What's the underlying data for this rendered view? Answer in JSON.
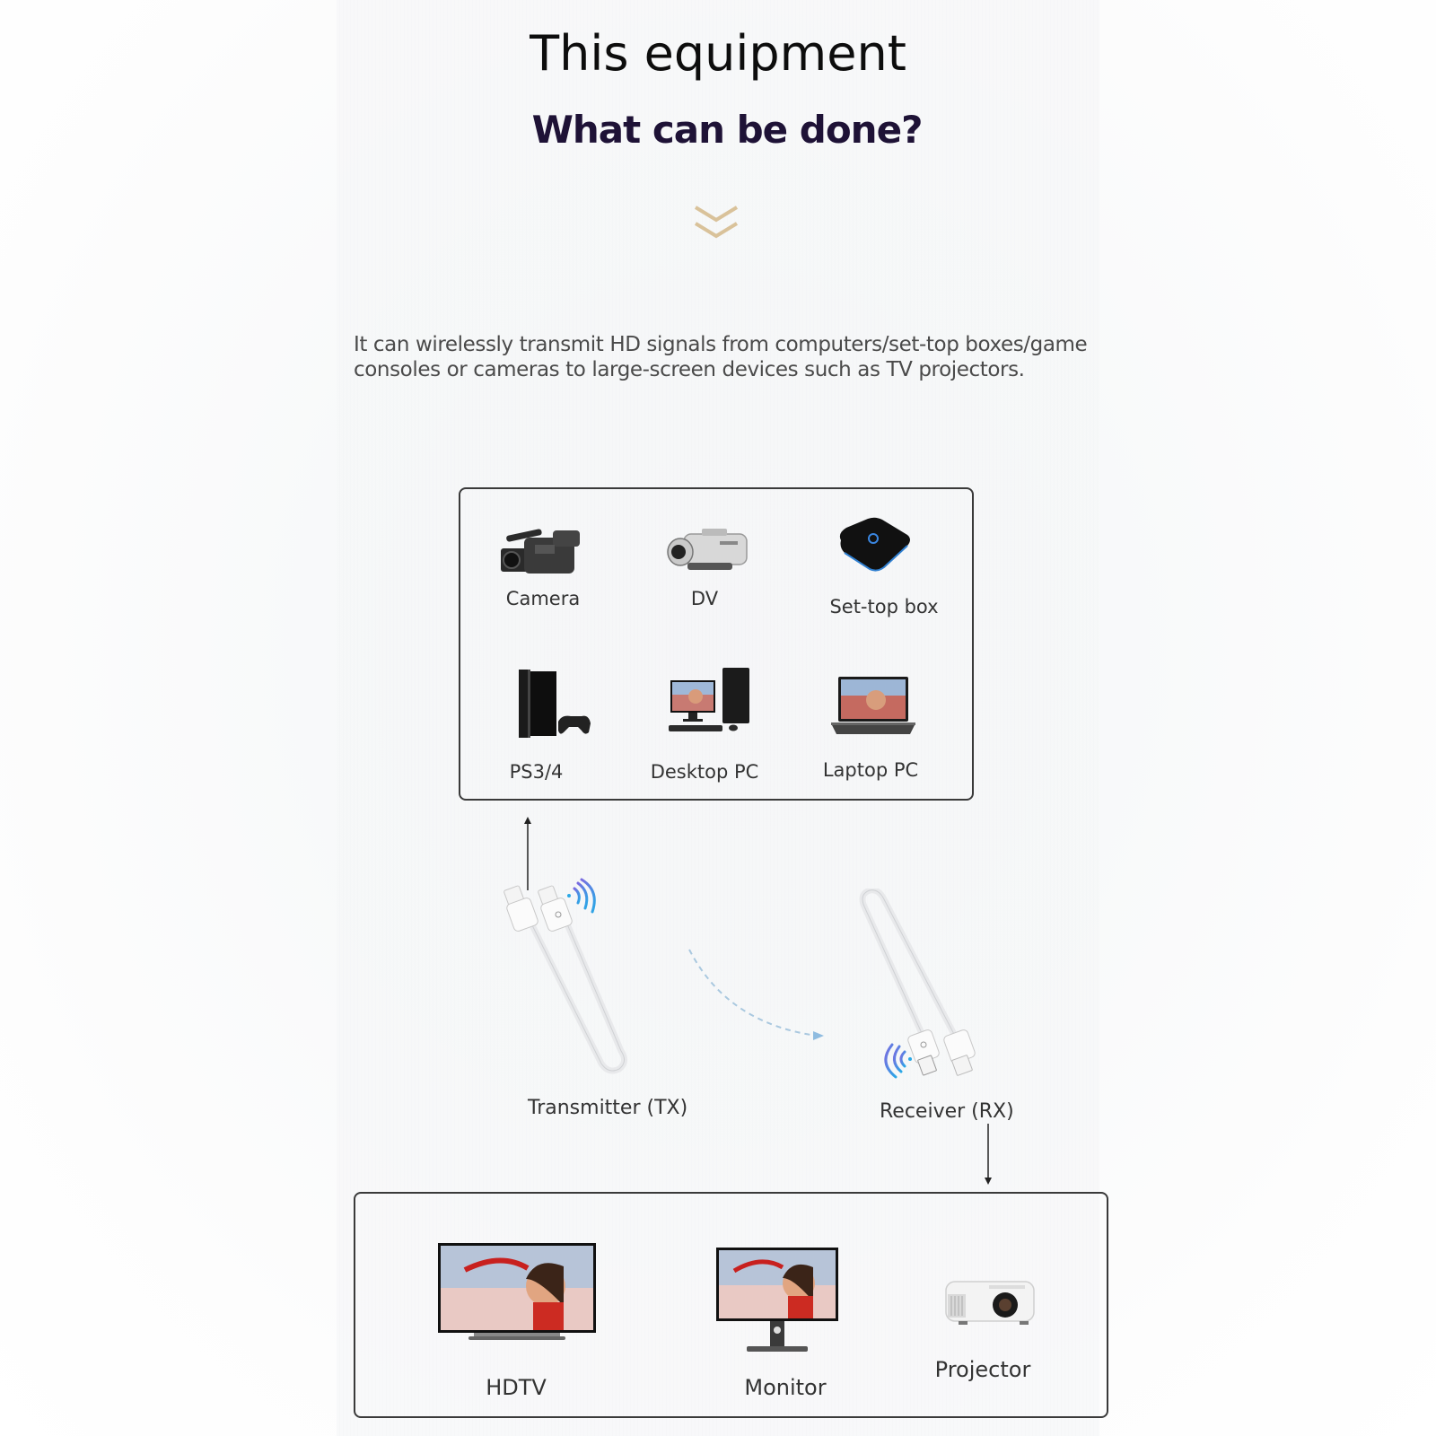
{
  "header": {
    "title": "This equipment",
    "subtitle": "What can be done?",
    "scroll_hint_icon": "double-chevron-down-icon"
  },
  "description": {
    "line1": "It can wirelessly transmit HD signals from computers/set-top boxes/game",
    "line2": "consoles or cameras to large-screen devices such as TV projectors."
  },
  "sources": {
    "items": [
      {
        "label": "Camera",
        "icon": "camcorder-icon"
      },
      {
        "label": "DV",
        "icon": "handycam-icon"
      },
      {
        "label": "Set-top box",
        "icon": "set-top-box-icon"
      },
      {
        "label": "PS3/4",
        "icon": "game-console-icon"
      },
      {
        "label": "Desktop PC",
        "icon": "desktop-pc-icon"
      },
      {
        "label": "Laptop PC",
        "icon": "laptop-icon"
      }
    ]
  },
  "connection": {
    "transmitter_label": "Transmitter (TX)",
    "receiver_label": "Receiver (RX)",
    "signal_icon": "wireless-signal-icon"
  },
  "displays": {
    "items": [
      {
        "label": "HDTV",
        "icon": "tv-icon"
      },
      {
        "label": "Monitor",
        "icon": "monitor-icon"
      },
      {
        "label": "Projector",
        "icon": "projector-icon"
      }
    ]
  },
  "colors": {
    "title": "#0d0d0d",
    "subtitle": "#1e1236",
    "chevron": "#d9c29a",
    "signal_blue": "#2aa8e6",
    "signal_purple": "#7a6be0",
    "box_border": "#3a3a3a"
  }
}
